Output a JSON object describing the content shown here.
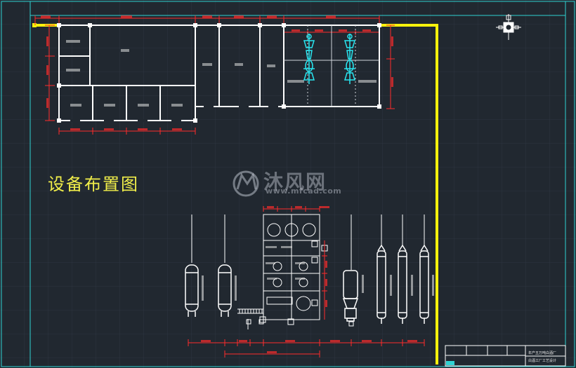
{
  "drawing": {
    "title": "设备布置图",
    "watermark_cn": "沐风网",
    "watermark_url": "www.mfcad.com",
    "title_block_line1": "年产五万吨白酒厂",
    "title_block_line2": "白酒工厂工艺设计"
  },
  "colors": {
    "background": "#212830",
    "wall": "#ffffff",
    "dimension": "#ff2b2b",
    "boundary": "#f7f20c",
    "equipment_highlight": "#28e6f0",
    "border": "#2fd2d2"
  }
}
